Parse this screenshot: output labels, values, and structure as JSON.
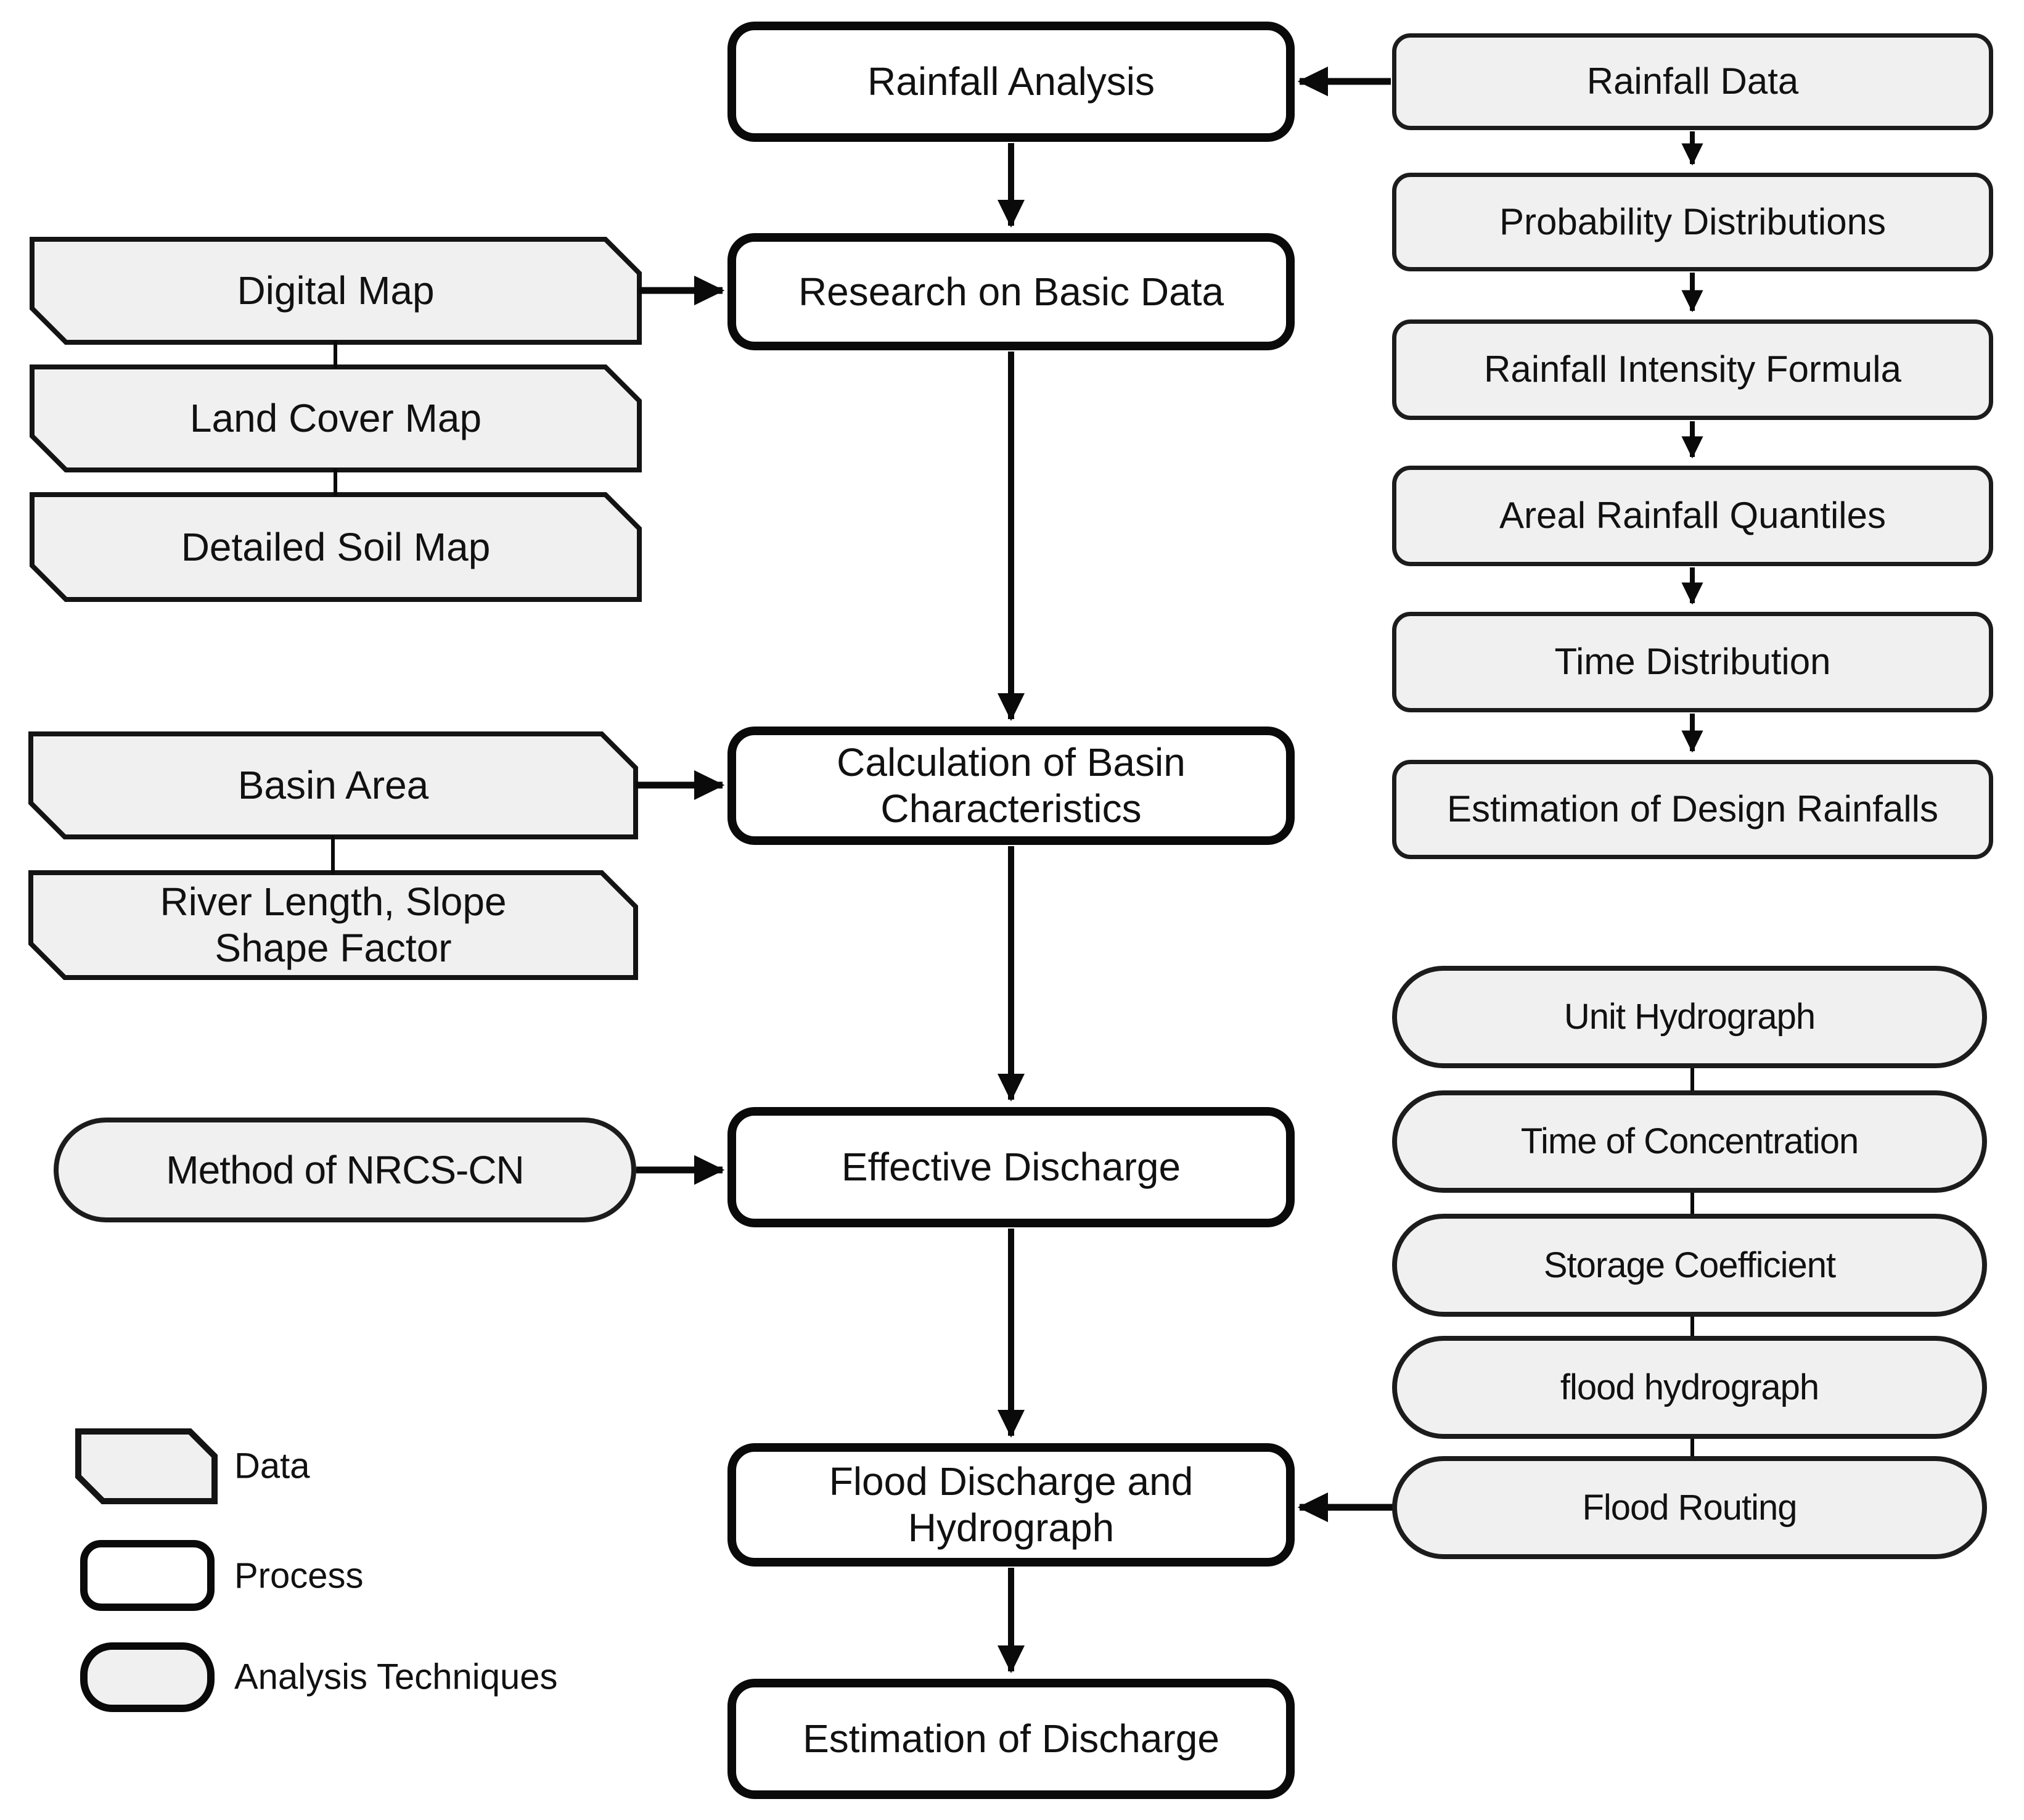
{
  "nodes": {
    "rainfall_analysis": "Rainfall Analysis",
    "research_basic_data": "Research on Basic Data",
    "calculation_basin": "Calculation of Basin\nCharacteristics",
    "effective_discharge": "Effective Discharge",
    "flood_discharge": "Flood Discharge and\nHydrograph",
    "estimation_discharge": "Estimation of Discharge",
    "digital_map": "Digital Map",
    "land_cover_map": "Land Cover Map",
    "detailed_soil_map": "Detailed Soil Map",
    "basin_area": "Basin Area",
    "river_length": "River Length, Slope\nShape Factor",
    "rainfall_data": "Rainfall Data",
    "probability_distributions": "Probability Distributions",
    "rainfall_intensity_formula": "Rainfall Intensity Formula",
    "areal_rainfall_quantiles": "Areal Rainfall Quantiles",
    "time_distribution": "Time Distribution",
    "estimation_design_rainfalls": "Estimation of Design Rainfalls",
    "method_nrcs_cn": "Method of NRCS-CN",
    "unit_hydrograph": "Unit Hydrograph",
    "time_of_concentration": "Time of Concentration",
    "storage_coefficient": "Storage Coefficient",
    "flood_hydrograph": "flood hydrograph",
    "flood_routing": "Flood Routing"
  },
  "legend": {
    "items": [
      {
        "label": "Data"
      },
      {
        "label": "Process"
      },
      {
        "label": "Analysis Techniques"
      }
    ]
  },
  "colors": {
    "shape_fill_gray": "#f0f0f0",
    "shape_fill_white": "#ffffff",
    "stroke": "#0a0a0a",
    "text": "#111111"
  }
}
